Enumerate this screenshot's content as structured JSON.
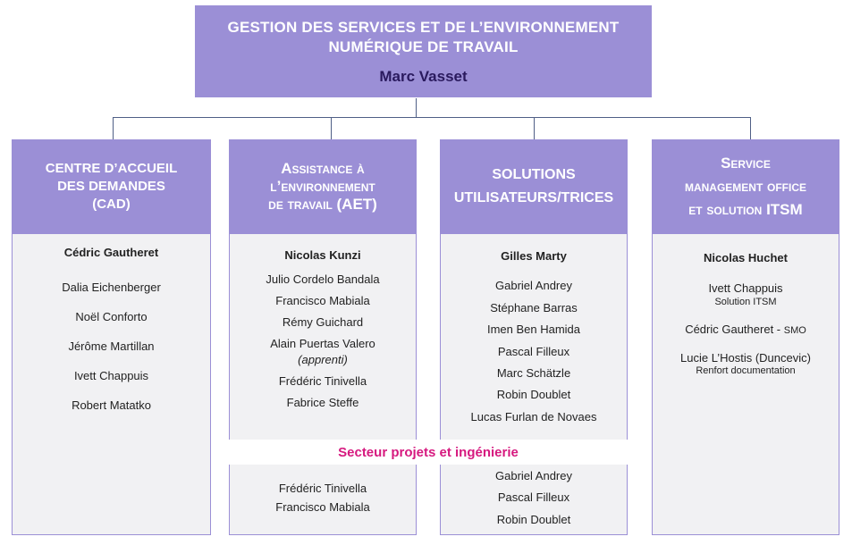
{
  "top": {
    "title_line1": "GESTION DES SERVICES ET DE L’ENVIRONNEMENT",
    "title_line2": "NUMÉRIQUE DE TRAVAIL",
    "head": "Marc Vasset"
  },
  "columns": [
    {
      "title_lines": [
        "CENTRE D’ACCUEIL",
        "DES DEMANDES",
        "(CAD)"
      ],
      "lead": "Cédric Gautheret",
      "members": [
        "Dalia Eichenberger",
        "Noël Conforto",
        "Jérôme Martillan",
        "Ivett Chappuis",
        "Robert Matatko"
      ]
    },
    {
      "title_lines": [
        "Assistance à",
        "l’environnement",
        "de travail (AET)"
      ],
      "lead": "Nicolas Kunzi",
      "members": [
        "Julio Cordelo Bandala",
        "Francisco Mabiala",
        "Rémy Guichard",
        "Alain Puertas Valero"
      ],
      "member_note": "(apprenti)",
      "members_after": [
        "Frédéric Tinivella",
        "Fabrice Steffe"
      ],
      "projects": [
        "Frédéric Tinivella",
        "Francisco Mabiala"
      ]
    },
    {
      "title_lines": [
        "SOLUTIONS",
        "UTILISATEURS/TRICES"
      ],
      "lead": "Gilles Marty",
      "members": [
        "Gabriel Andrey",
        "Stéphane Barras",
        "Imen Ben Hamida",
        "Pascal Filleux",
        "Marc Schätzle",
        "Robin Doublet",
        "Lucas Furlan de Novaes"
      ],
      "projects": [
        "Gabriel Andrey",
        "Pascal Filleux",
        "Robin Doublet"
      ]
    },
    {
      "title_lines": [
        "Service",
        "management office",
        "et solution ITSM"
      ],
      "lead": "Nicolas Huchet",
      "members": [
        {
          "name": "Ivett Chappuis",
          "role": "Solution ITSM"
        },
        {
          "name": "Cédric Gautheret - ",
          "role": "SMO"
        },
        {
          "name": "Lucie L’Hostis (Duncevic)",
          "role": "Renfort documentation"
        }
      ]
    }
  ],
  "sector_label": "Secteur projets et ingénierie",
  "colors": {
    "header_fill": "#9b8fd6",
    "panel_fill": "#f1f1f3",
    "connector": "#4f5f86",
    "top_name": "#2a1a5e",
    "sector_text": "#d6197f"
  }
}
